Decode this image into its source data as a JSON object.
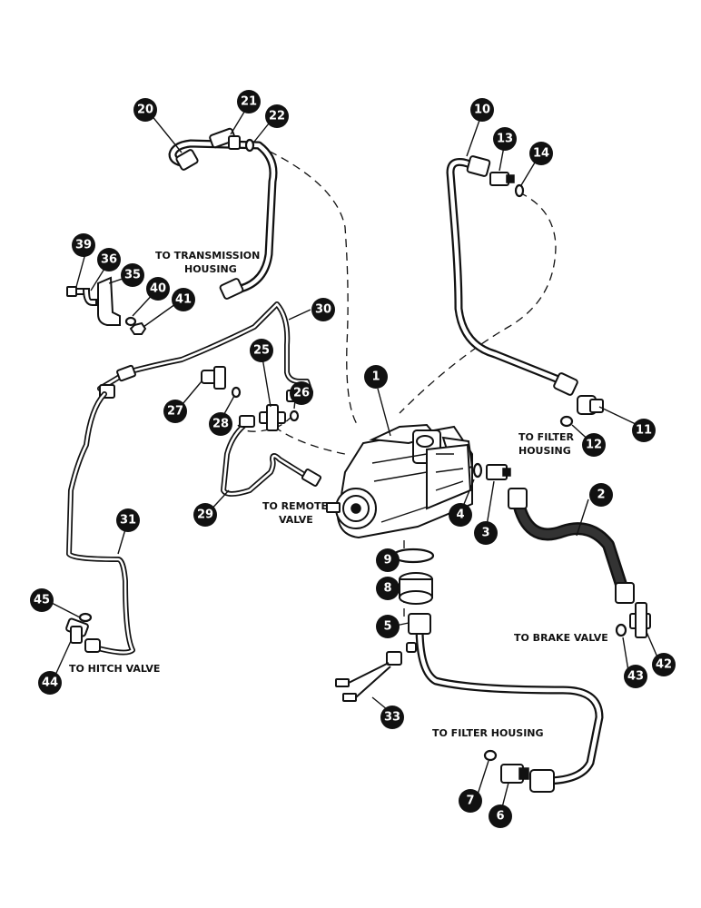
{
  "callouts": [
    "1",
    "2",
    "3",
    "4",
    "5",
    "6",
    "7",
    "8",
    "9",
    "10",
    "11",
    "12",
    "13",
    "14",
    "20",
    "21",
    "22",
    "25",
    "26",
    "27",
    "28",
    "29",
    "30",
    "31",
    "33",
    "35",
    "36",
    "39",
    "40",
    "41",
    "42",
    "43",
    "44",
    "45"
  ],
  "labels": {
    "to_transmission_line1": "TO TRANSMISSION",
    "to_transmission_line2": "HOUSING",
    "to_filter_line1": "TO FILTER",
    "to_filter_line2": "HOUSING",
    "to_remote_line1": "TO REMOTE",
    "to_remote_line2": "VALVE",
    "to_brake": "TO BRAKE VALVE",
    "to_hitch": "TO HITCH VALVE",
    "to_filter_bottom": "TO FILTER HOUSING"
  }
}
